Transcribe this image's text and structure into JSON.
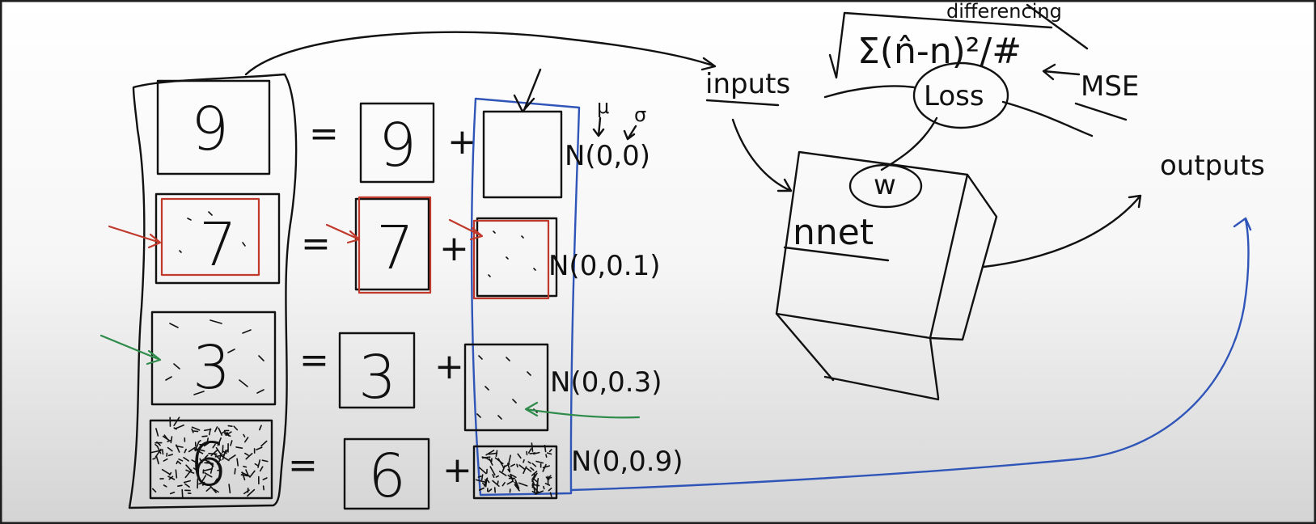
{
  "digits": {
    "row1": "9",
    "row2": "7",
    "row3": "3",
    "row4": "6"
  },
  "rhs": {
    "row1": "9",
    "row2": "7",
    "row3": "3",
    "row4": "6"
  },
  "symbols": {
    "equals": "=",
    "plus": "+"
  },
  "noise_labels": {
    "row1": "N(0,0)",
    "row2": "N(0,0.1)",
    "row3": "N(0,0.3)",
    "row4": "N(0,0.9)"
  },
  "params": {
    "mu": "μ",
    "sigma": "σ"
  },
  "network": {
    "inputs": "inputs",
    "outputs": "outputs",
    "box_label": "nnet",
    "weights": "w",
    "loss": "Loss",
    "mse": "MSE",
    "formula": "Σ(n̂-n)²/#",
    "top_note": "differencing"
  },
  "colors": {
    "background": "#ffffff",
    "ink": "#111111",
    "red": "#c0392b",
    "blue": "#2f55b8",
    "green": "#2e8b4a"
  }
}
